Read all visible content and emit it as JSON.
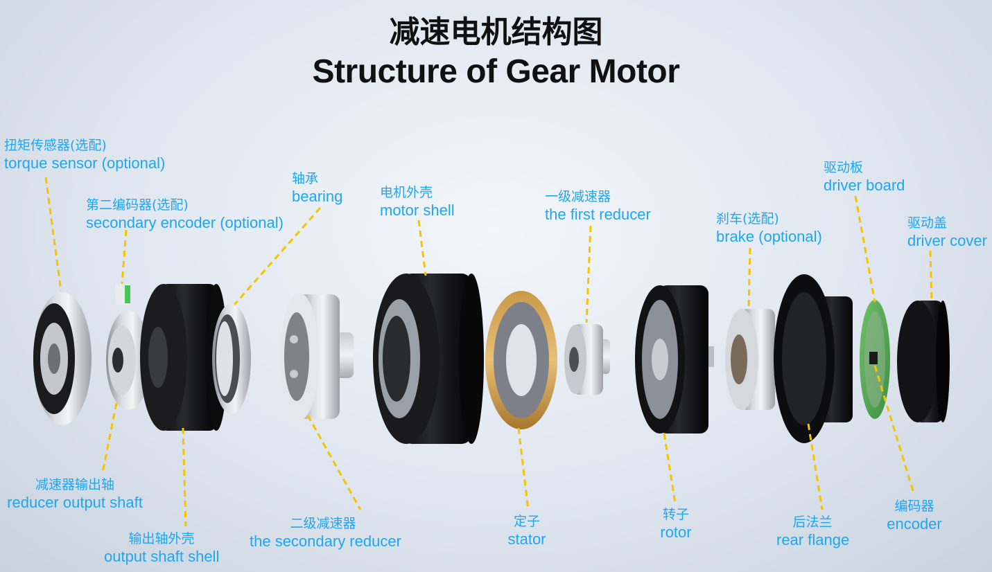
{
  "title": {
    "chinese": "减速电机结构图",
    "english": "Structure of Gear Motor"
  },
  "colors": {
    "label": "#1fa6f0",
    "leader_line": "#f5c400",
    "title": "#111111"
  },
  "components": {
    "torque_sensor": {
      "cn": "扭矩传感器(选配)",
      "en": "torque sensor (optional)"
    },
    "secondary_encoder": {
      "cn": "第二编码器(选配)",
      "en": "secondary encoder (optional)"
    },
    "bearing": {
      "cn": "轴承",
      "en": "bearing"
    },
    "motor_shell": {
      "cn": "电机外壳",
      "en": "motor shell"
    },
    "first_reducer": {
      "cn": "一级减速器",
      "en": "the first reducer"
    },
    "brake": {
      "cn": "刹车(选配)",
      "en": "brake (optional)"
    },
    "driver_board": {
      "cn": "驱动板",
      "en": "driver board"
    },
    "driver_cover": {
      "cn": "驱动盖",
      "en": "driver cover"
    },
    "reducer_output_shaft": {
      "cn": "减速器输出轴",
      "en": "reducer output shaft"
    },
    "output_shaft_shell": {
      "cn": "输出轴外壳",
      "en": "output shaft shell"
    },
    "secondary_reducer": {
      "cn": "二级减速器",
      "en": "the secondary reducer"
    },
    "stator": {
      "cn": "定子",
      "en": "stator"
    },
    "rotor": {
      "cn": "转子",
      "en": "rotor"
    },
    "rear_flange": {
      "cn": "后法兰",
      "en": "rear flange"
    },
    "encoder": {
      "cn": "编码器",
      "en": "encoder"
    }
  }
}
